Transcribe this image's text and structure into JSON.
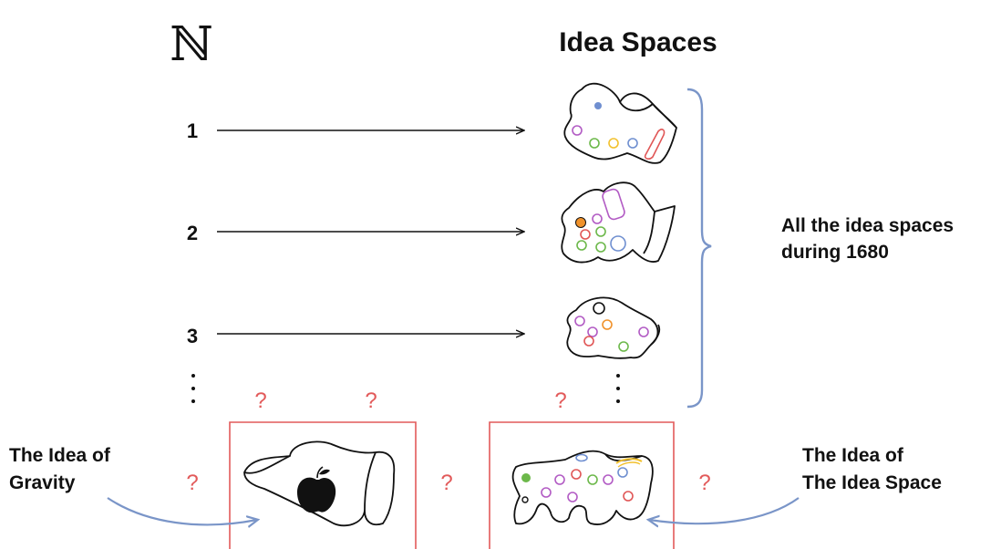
{
  "header": {
    "naturals_symbol": "ℕ",
    "idea_spaces_title": "Idea Spaces"
  },
  "rows": [
    {
      "number": "1"
    },
    {
      "number": "2"
    },
    {
      "number": "3"
    }
  ],
  "ellipsis": "⋮",
  "bracket_label": {
    "line1": "All the idea spaces",
    "line2": "during 1680"
  },
  "left_concept": {
    "line1": "The Idea of",
    "line2": "Gravity"
  },
  "right_concept": {
    "line1": "The Idea of",
    "line2": "The Idea Space"
  },
  "question_mark": "?",
  "colors": {
    "arrow": "#111111",
    "bracket": "#7a95c8",
    "box": "#e25a5a",
    "question": "#e25a5a",
    "purple": "#b25bc4",
    "green": "#6cb84a",
    "orange": "#f0922b",
    "blue": "#6f8fd0",
    "red": "#e05656",
    "yellow": "#f2c12e"
  }
}
